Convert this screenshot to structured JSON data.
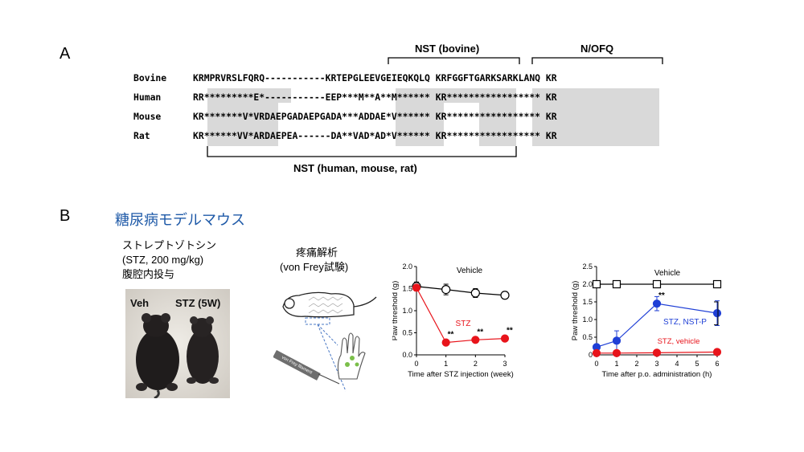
{
  "panel_a": {
    "label": "A",
    "bracket_top_left": "NST (bovine)",
    "bracket_top_right": "N/OFQ",
    "bracket_bottom": "NST (human, mouse, rat)",
    "rows": [
      {
        "name": "Bovine",
        "seq": "KRMPRVRSLFQRQ-----------KRTEPGLEEVGEIEQKQLQ KRFGGFTGARKSARKLANQ KR"
      },
      {
        "name": "Human",
        "seq": "RR*********E*-----------EEP***M**A**M****** KR***************** KR"
      },
      {
        "name": "Mouse",
        "seq": "KR*******V*VRDAEPGADAEPGADA***ADDAE*V****** KR***************** KR"
      },
      {
        "name": "Rat",
        "seq": "KR******VV*ARDAEPEA------DA**VAD*AD*V****** KR***************** KR"
      }
    ]
  },
  "panel_b": {
    "label": "B",
    "title": "糖尿病モデルマウス",
    "treatment_lines": [
      "ストレプトゾトシン",
      "(STZ, 200 mg/kg)",
      "腹腔内投与"
    ],
    "photo_labels": {
      "left": "Veh",
      "right": "STZ (5W)"
    },
    "assay_lines": [
      "疼痛解析",
      "(von Frey試験)"
    ],
    "filament_label": "von Frey filament"
  },
  "chart_data": [
    {
      "type": "line",
      "xlabel": "Time after STZ injection (week)",
      "ylabel": "Paw threshold (g)",
      "xlim": [
        0,
        3
      ],
      "ylim": [
        0,
        2.0
      ],
      "xticks": [
        0,
        1,
        2,
        3
      ],
      "yticks": [
        "0.0",
        "0.5",
        "1.0",
        "1.5",
        "2.0"
      ],
      "series": [
        {
          "name": "Vehicle",
          "color": "#000000",
          "marker": "open-circle",
          "x": [
            0,
            1,
            2,
            3
          ],
          "y": [
            1.55,
            1.48,
            1.4,
            1.35
          ],
          "err": [
            0.1,
            0.12,
            0.1,
            0.08
          ]
        },
        {
          "name": "STZ",
          "color": "#e8141b",
          "marker": "filled-circle",
          "x": [
            0,
            1,
            2,
            3
          ],
          "y": [
            1.52,
            0.28,
            0.34,
            0.37
          ],
          "err": [
            0.05,
            0.03,
            0.03,
            0.03
          ]
        }
      ],
      "annotations": [
        {
          "x": 1,
          "y": 0.28,
          "text": "**"
        },
        {
          "x": 2,
          "y": 0.34,
          "text": "**"
        },
        {
          "x": 3,
          "y": 0.37,
          "text": "**"
        }
      ]
    },
    {
      "type": "line",
      "xlabel": "Time after p.o. administration (h)",
      "ylabel": "Paw threshold (g)",
      "xlim": [
        0,
        6
      ],
      "ylim": [
        0,
        2.5
      ],
      "xticks": [
        0,
        1,
        2,
        3,
        4,
        5,
        6
      ],
      "yticks": [
        "0",
        "0.5",
        "1.0",
        "1.5",
        "2.0",
        "2.5"
      ],
      "series": [
        {
          "name": "Vehicle",
          "color": "#000000",
          "marker": "open-square",
          "x": [
            0,
            1,
            3,
            6
          ],
          "y": [
            2.0,
            2.0,
            2.0,
            2.0
          ],
          "err": [
            0,
            0,
            0,
            0
          ]
        },
        {
          "name": "STZ, NST-P",
          "color": "#1f3fd6",
          "marker": "filled-circle",
          "x": [
            0,
            1,
            3,
            6
          ],
          "y": [
            0.22,
            0.4,
            1.45,
            1.18
          ],
          "err": [
            0.05,
            0.28,
            0.2,
            0.35
          ]
        },
        {
          "name": "STZ, vehicle",
          "color": "#e8141b",
          "marker": "filled-circle",
          "x": [
            0,
            1,
            3,
            6
          ],
          "y": [
            0.05,
            0.05,
            0.06,
            0.08
          ],
          "err": [
            0,
            0,
            0,
            0
          ]
        }
      ],
      "annotations": [
        {
          "x": 3,
          "y": 1.45,
          "text": "**"
        }
      ]
    }
  ]
}
